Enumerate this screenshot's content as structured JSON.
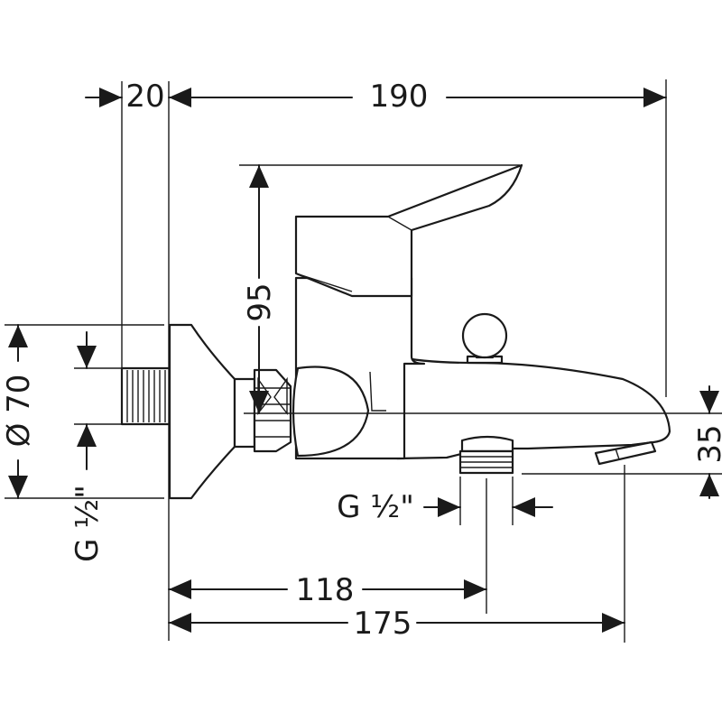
{
  "diagram": {
    "dimensions": {
      "d20": "20",
      "d190": "190",
      "d95": "95",
      "d70": "Ø 70",
      "d35": "35",
      "thread_wall": "G ½\"",
      "thread_outlet": "G ½\"",
      "d118": "118",
      "d175": "175"
    },
    "colors": {
      "line": "#1a1a1a",
      "background": "#ffffff"
    }
  }
}
